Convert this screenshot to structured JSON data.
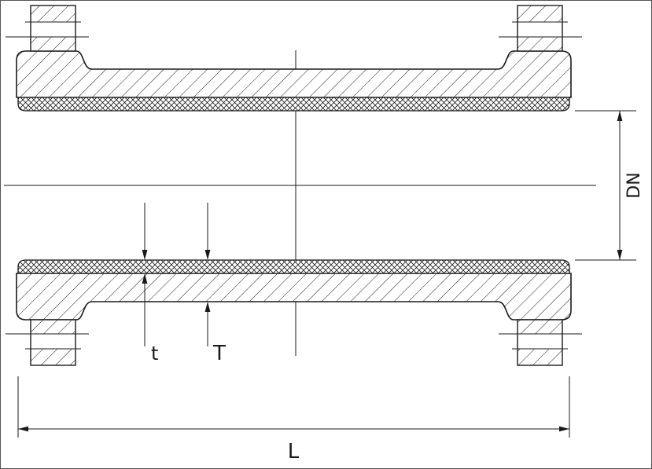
{
  "drawing": {
    "kind": "flanged-lined-pipe-section",
    "colors": {
      "line": "#1a1a1a",
      "background": "#ffffff"
    }
  },
  "dimensions": {
    "diameter_label": "DN",
    "length_label": "L",
    "lining_thickness_label": "t",
    "wall_thickness_label": "T"
  }
}
